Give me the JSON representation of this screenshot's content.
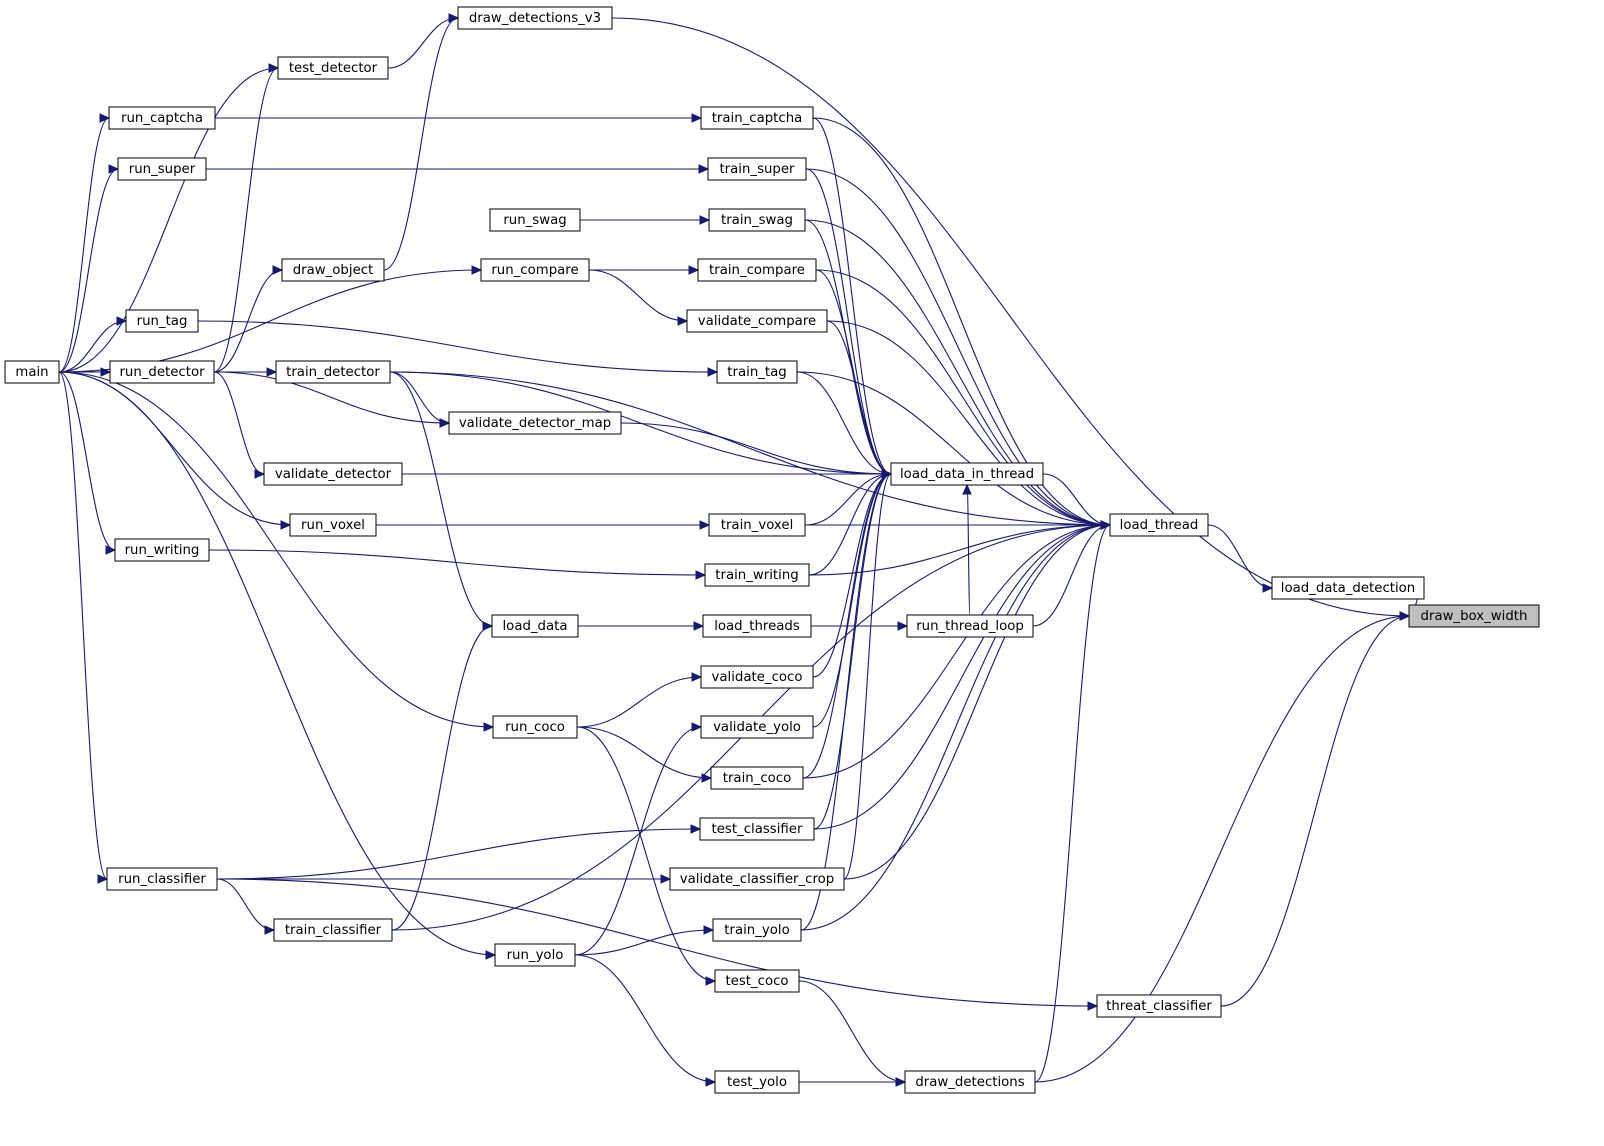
{
  "graph": {
    "type": "caller-graph",
    "target": "draw_box_width",
    "edge_color": "#191970",
    "target_fill": "#bfbfbf",
    "node_fill": "#ffffff",
    "nodes": [
      {
        "id": "draw_box_width",
        "label": "draw_box_width"
      },
      {
        "id": "draw_detections_v3",
        "label": "draw_detections_v3"
      },
      {
        "id": "test_detector",
        "label": "test_detector"
      },
      {
        "id": "run_captcha",
        "label": "run_captcha"
      },
      {
        "id": "train_captcha",
        "label": "train_captcha"
      },
      {
        "id": "run_super",
        "label": "run_super"
      },
      {
        "id": "train_super",
        "label": "train_super"
      },
      {
        "id": "run_swag",
        "label": "run_swag"
      },
      {
        "id": "train_swag",
        "label": "train_swag"
      },
      {
        "id": "draw_object",
        "label": "draw_object"
      },
      {
        "id": "run_compare",
        "label": "run_compare"
      },
      {
        "id": "train_compare",
        "label": "train_compare"
      },
      {
        "id": "run_tag",
        "label": "run_tag"
      },
      {
        "id": "validate_compare",
        "label": "validate_compare"
      },
      {
        "id": "main",
        "label": "main"
      },
      {
        "id": "run_detector",
        "label": "run_detector"
      },
      {
        "id": "train_detector",
        "label": "train_detector"
      },
      {
        "id": "train_tag",
        "label": "train_tag"
      },
      {
        "id": "validate_detector_map",
        "label": "validate_detector_map"
      },
      {
        "id": "validate_detector",
        "label": "validate_detector"
      },
      {
        "id": "load_data_in_thread",
        "label": "load_data_in_thread"
      },
      {
        "id": "run_voxel",
        "label": "run_voxel"
      },
      {
        "id": "train_voxel",
        "label": "train_voxel"
      },
      {
        "id": "load_thread",
        "label": "load_thread"
      },
      {
        "id": "run_writing",
        "label": "run_writing"
      },
      {
        "id": "train_writing",
        "label": "train_writing"
      },
      {
        "id": "load_data_detection",
        "label": "load_data_detection"
      },
      {
        "id": "load_data",
        "label": "load_data"
      },
      {
        "id": "load_threads",
        "label": "load_threads"
      },
      {
        "id": "run_thread_loop",
        "label": "run_thread_loop"
      },
      {
        "id": "validate_coco",
        "label": "validate_coco"
      },
      {
        "id": "run_coco",
        "label": "run_coco"
      },
      {
        "id": "validate_yolo",
        "label": "validate_yolo"
      },
      {
        "id": "train_coco",
        "label": "train_coco"
      },
      {
        "id": "test_classifier",
        "label": "test_classifier"
      },
      {
        "id": "run_classifier",
        "label": "run_classifier"
      },
      {
        "id": "validate_classifier_crop",
        "label": "validate_classifier_crop"
      },
      {
        "id": "train_classifier",
        "label": "train_classifier"
      },
      {
        "id": "train_yolo",
        "label": "train_yolo"
      },
      {
        "id": "run_yolo",
        "label": "run_yolo"
      },
      {
        "id": "test_coco",
        "label": "test_coco"
      },
      {
        "id": "threat_classifier",
        "label": "threat_classifier"
      },
      {
        "id": "test_yolo",
        "label": "test_yolo"
      },
      {
        "id": "draw_detections",
        "label": "draw_detections"
      }
    ],
    "edges": [
      [
        "draw_detections_v3",
        "draw_box_width"
      ],
      [
        "load_data_detection",
        "draw_box_width"
      ],
      [
        "draw_detections",
        "draw_box_width"
      ],
      [
        "threat_classifier",
        "draw_box_width"
      ],
      [
        "test_detector",
        "draw_detections_v3"
      ],
      [
        "draw_object",
        "draw_detections_v3"
      ],
      [
        "main",
        "test_detector"
      ],
      [
        "run_detector",
        "test_detector"
      ],
      [
        "main",
        "run_captcha"
      ],
      [
        "run_captcha",
        "train_captcha"
      ],
      [
        "main",
        "run_super"
      ],
      [
        "run_super",
        "train_super"
      ],
      [
        "run_swag",
        "train_swag"
      ],
      [
        "main",
        "run_compare"
      ],
      [
        "run_compare",
        "train_compare"
      ],
      [
        "run_compare",
        "validate_compare"
      ],
      [
        "run_detector",
        "draw_object"
      ],
      [
        "main",
        "run_tag"
      ],
      [
        "run_tag",
        "train_tag"
      ],
      [
        "main",
        "run_detector"
      ],
      [
        "run_detector",
        "train_detector"
      ],
      [
        "run_detector",
        "validate_detector_map"
      ],
      [
        "train_detector",
        "validate_detector_map"
      ],
      [
        "run_detector",
        "validate_detector"
      ],
      [
        "main",
        "run_voxel"
      ],
      [
        "run_voxel",
        "train_voxel"
      ],
      [
        "main",
        "run_writing"
      ],
      [
        "run_writing",
        "train_writing"
      ],
      [
        "train_detector",
        "load_data"
      ],
      [
        "load_data",
        "load_threads"
      ],
      [
        "load_threads",
        "run_thread_loop"
      ],
      [
        "main",
        "run_coco"
      ],
      [
        "run_coco",
        "validate_coco"
      ],
      [
        "run_coco",
        "train_coco"
      ],
      [
        "run_coco",
        "test_coco"
      ],
      [
        "main",
        "run_classifier"
      ],
      [
        "run_classifier",
        "test_classifier"
      ],
      [
        "run_classifier",
        "validate_classifier_crop"
      ],
      [
        "run_classifier",
        "train_classifier"
      ],
      [
        "train_classifier",
        "load_data"
      ],
      [
        "main",
        "run_yolo"
      ],
      [
        "run_yolo",
        "validate_yolo"
      ],
      [
        "run_yolo",
        "train_yolo"
      ],
      [
        "run_yolo",
        "test_yolo"
      ],
      [
        "test_coco",
        "draw_detections"
      ],
      [
        "test_yolo",
        "draw_detections"
      ],
      [
        "run_classifier",
        "threat_classifier"
      ],
      [
        "train_captcha",
        "load_data_in_thread"
      ],
      [
        "train_super",
        "load_data_in_thread"
      ],
      [
        "train_swag",
        "load_data_in_thread"
      ],
      [
        "train_compare",
        "load_data_in_thread"
      ],
      [
        "validate_compare",
        "load_data_in_thread"
      ],
      [
        "train_tag",
        "load_data_in_thread"
      ],
      [
        "validate_detector_map",
        "load_data_in_thread"
      ],
      [
        "validate_detector",
        "load_data_in_thread"
      ],
      [
        "train_voxel",
        "load_data_in_thread"
      ],
      [
        "train_writing",
        "load_data_in_thread"
      ],
      [
        "run_thread_loop",
        "load_data_in_thread"
      ],
      [
        "validate_coco",
        "load_data_in_thread"
      ],
      [
        "validate_yolo",
        "load_data_in_thread"
      ],
      [
        "train_coco",
        "load_data_in_thread"
      ],
      [
        "test_classifier",
        "load_data_in_thread"
      ],
      [
        "validate_classifier_crop",
        "load_data_in_thread"
      ],
      [
        "train_yolo",
        "load_data_in_thread"
      ],
      [
        "train_detector",
        "load_data_in_thread"
      ],
      [
        "load_data_in_thread",
        "load_thread"
      ],
      [
        "train_captcha",
        "load_thread"
      ],
      [
        "train_super",
        "load_thread"
      ],
      [
        "train_swag",
        "load_thread"
      ],
      [
        "train_compare",
        "load_thread"
      ],
      [
        "validate_compare",
        "load_thread"
      ],
      [
        "train_tag",
        "load_thread"
      ],
      [
        "train_voxel",
        "load_thread"
      ],
      [
        "train_writing",
        "load_thread"
      ],
      [
        "run_thread_loop",
        "load_thread"
      ],
      [
        "train_coco",
        "load_thread"
      ],
      [
        "test_classifier",
        "load_thread"
      ],
      [
        "validate_classifier_crop",
        "load_thread"
      ],
      [
        "train_yolo",
        "load_thread"
      ],
      [
        "train_classifier",
        "load_thread"
      ],
      [
        "train_detector",
        "load_thread"
      ],
      [
        "draw_detections",
        "load_thread"
      ],
      [
        "load_thread",
        "load_data_detection"
      ]
    ]
  }
}
